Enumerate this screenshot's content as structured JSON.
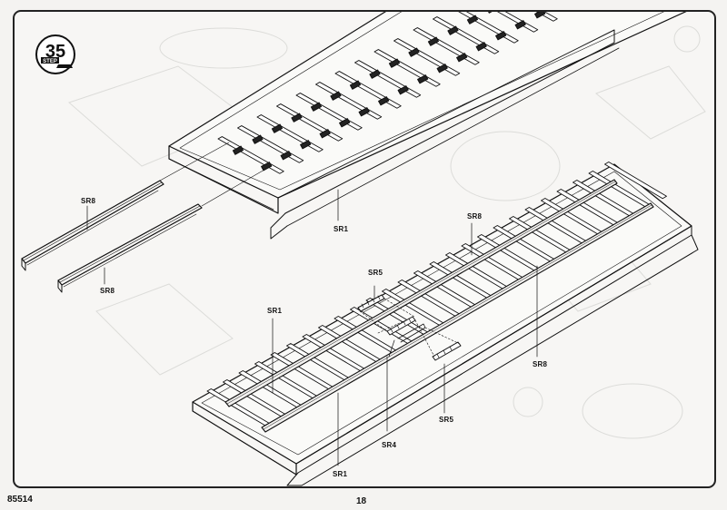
{
  "step": {
    "number": "35",
    "word": "STEP"
  },
  "footer": {
    "code": "85514",
    "page": "18"
  },
  "callouts": {
    "sr1_top": "SR1",
    "sr8_left_top": "SR8",
    "sr8_left_bottom": "SR8",
    "sr8_track_top": "SR8",
    "sr8_track_right": "SR8",
    "sr5_top": "SR5",
    "sr5_bottom": "SR5",
    "sr1_left": "SR1",
    "sr1_bottom": "SR1",
    "sr4": "SR4"
  },
  "sleeper_marking": "SR1",
  "colors": {
    "ink": "#111111",
    "paper": "#f7f6f4",
    "ghost": "#d9d9d6"
  },
  "icons": {
    "step_badge": "tank-step-badge-icon"
  }
}
